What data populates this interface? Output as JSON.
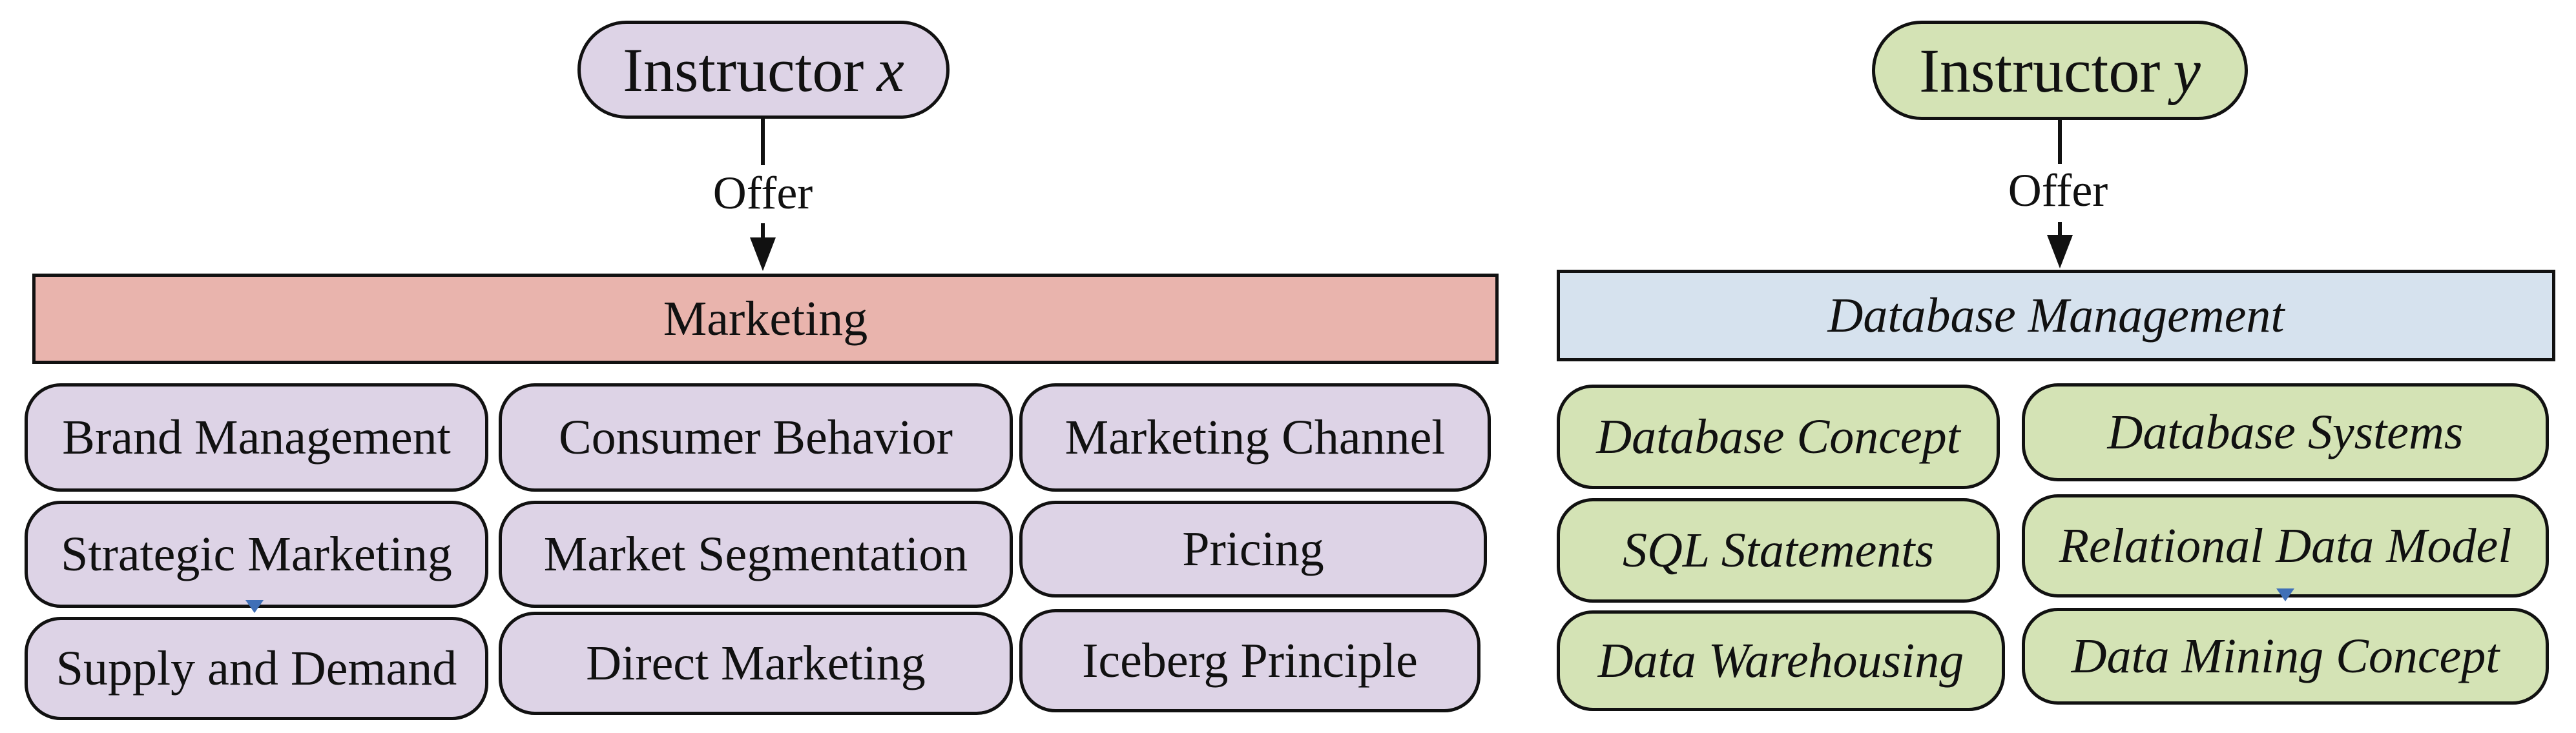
{
  "left": {
    "instructor": {
      "label": "Instructor",
      "var": "x"
    },
    "offer_label": "Offer",
    "course": "Marketing",
    "topics": [
      "Brand Management",
      "Consumer Behavior",
      "Marketing Channel",
      "Strategic Marketing",
      "Market Segmentation",
      "Pricing",
      "Supply and Demand",
      "Direct Marketing",
      "Iceberg Principle"
    ]
  },
  "right": {
    "instructor": {
      "label": "Instructor",
      "var": "y"
    },
    "offer_label": "Offer",
    "course": "Database Management",
    "topics": [
      "Database Concept",
      "Database Systems",
      "SQL Statements",
      "Relational Data Model",
      "Data Warehousing",
      "Data Mining Concept"
    ]
  },
  "colors": {
    "purple_fill": "#ddd3e6",
    "green_fill": "#d4e3b5",
    "marketing_fill": "#e9b4ad",
    "database_fill": "#d6e2ee",
    "marker": "#3f6fb7"
  }
}
